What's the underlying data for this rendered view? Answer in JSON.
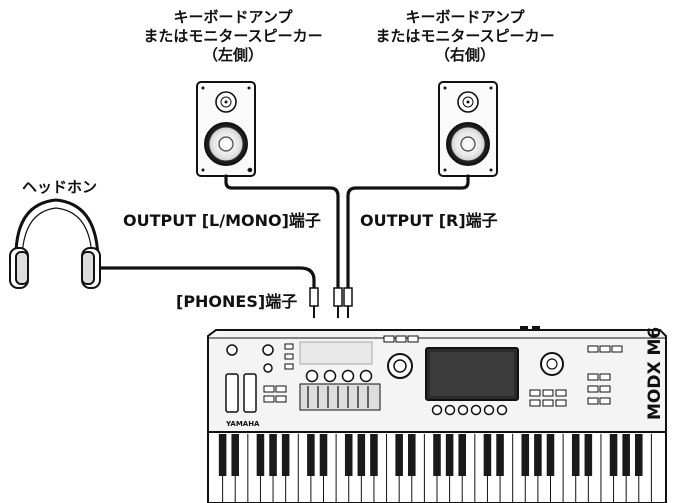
{
  "speaker_left": {
    "line1": "キーボードアンプ",
    "line2": "またはモニタースピーカー",
    "line3": "（左側）"
  },
  "speaker_right": {
    "line1": "キーボードアンプ",
    "line2": "またはモニタースピーカー",
    "line3": "（右側）"
  },
  "headphones_label": "ヘッドホン",
  "output_left_label": "OUTPUT [L/MONO]端子",
  "output_right_label": "OUTPUT [R]端子",
  "phones_label": "[PHONES]端子",
  "brand_label": "YAMAHA",
  "model_label": "MODX M6",
  "colors": {
    "line": "#111111",
    "panel": "#f4f4f4",
    "key_black": "#1a1a1a"
  }
}
